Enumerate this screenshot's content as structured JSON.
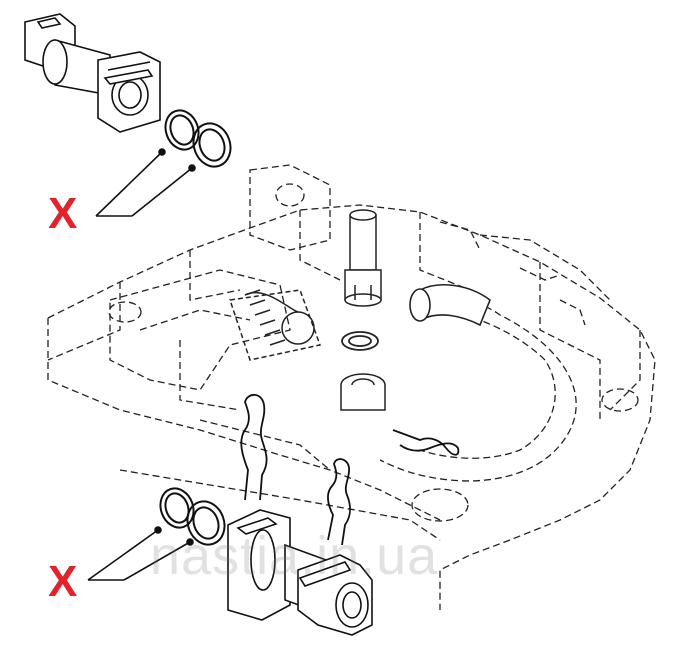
{
  "labels": {
    "marker_top": "X",
    "marker_bottom": "X"
  },
  "watermark": "nastia.in.ua",
  "colors": {
    "marker": "#e3222a",
    "line": "#111111"
  }
}
